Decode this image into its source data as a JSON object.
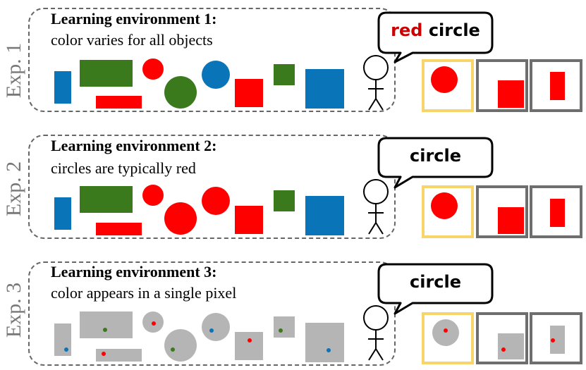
{
  "colors": {
    "red": "#ff0000",
    "green": "#3a7a1c",
    "blue": "#0a74b9",
    "gray": "#b5b5b5",
    "target_frame": "#f7d56b",
    "distractor_frame": "#6e6e6e",
    "label_gray": "#777777",
    "speech_red": "#cc0000"
  },
  "experiments": [
    {
      "label": "Exp. 1",
      "title": "Learning environment 1:",
      "description": "color varies for all objects",
      "utterance_color_word": "red",
      "utterance_shape_word": "circle",
      "object_style": "colored"
    },
    {
      "label": "Exp. 2",
      "title": "Learning environment 2:",
      "description": "circles are typically red",
      "utterance_color_word": "",
      "utterance_shape_word": "circle",
      "object_style": "colored"
    },
    {
      "label": "Exp. 3",
      "title": "Learning environment 3:",
      "description": "color appears in a single pixel",
      "utterance_color_word": "",
      "utterance_shape_word": "circle",
      "object_style": "pixel"
    }
  ],
  "referents": [
    "circle",
    "square",
    "rectangle"
  ],
  "icons": [
    "stick-figure-icon",
    "speech-bubble-icon"
  ]
}
